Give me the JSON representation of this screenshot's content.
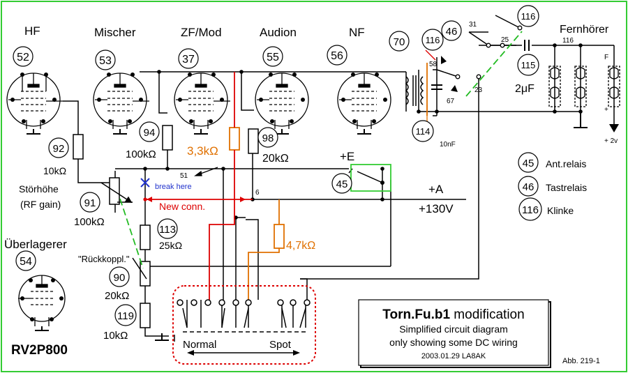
{
  "stage_labels": {
    "hf": "HF",
    "mischer": "Mischer",
    "zf": "ZF/Mod",
    "audion": "Audion",
    "nf": "NF",
    "fernhorer": "Fernhörer",
    "uberlagerer": "Überlagerer"
  },
  "tubes": {
    "t52": "52",
    "t53": "53",
    "t37": "37",
    "t55": "55",
    "t56": "56",
    "t54": "54"
  },
  "component_labels": {
    "c70": "70",
    "c116a": "116",
    "c116b": "116",
    "c46": "46",
    "c115": "115",
    "c114": "114",
    "c92": "92",
    "c94": "94",
    "c98": "98",
    "c91": "91",
    "c113": "113",
    "c90": "90",
    "c119": "119",
    "c45": "45"
  },
  "values": {
    "r92": "10kΩ",
    "r94": "100kΩ",
    "r3k3": "3,3kΩ",
    "r98": "20kΩ",
    "r91": "100kΩ",
    "r113": "25kΩ",
    "r4k7": "4,7kΩ",
    "r90": "20kΩ",
    "r119": "10kΩ",
    "cap2u": "2μF",
    "cap10n": "10nF"
  },
  "pins": {
    "p31": "31",
    "p25": "25",
    "p23": "23",
    "p58": "58",
    "p67": "67",
    "p6": "6",
    "p51": "51",
    "p116": "116",
    "pF": "F",
    "pplus": "+"
  },
  "labels": {
    "storhohe1": "Störhöhe",
    "storhohe2": "(RF gain)",
    "ruckkoppl": "\"Rückkoppl.\"",
    "break": "break here",
    "newconn": "New conn.",
    "plusE": "+E",
    "plusA": "+A",
    "v130": "+130V",
    "plus2v": "+ 2v",
    "normal": "Normal",
    "spot": "Spot",
    "model": "RV2P800",
    "figref": "Abb. 219-1"
  },
  "legend": {
    "r45": {
      "num": "45",
      "text": "Ant.relais"
    },
    "r46": {
      "num": "46",
      "text": "Tastrelais"
    },
    "r116": {
      "num": "116",
      "text": "Klinke"
    }
  },
  "titlebox": {
    "title_bold": "Torn.Fu.b1",
    "title_rest": " modification",
    "line1": "Simplified circuit diagram",
    "line2": "only showing some DC wiring",
    "date": "2003.01.29 LA8AK"
  },
  "colors": {
    "frame": "#33cc33",
    "red_wire": "#dd0000",
    "orange": "#e07000",
    "green_dash": "#22bb22",
    "blue_x": "#2233cc",
    "black": "#000000"
  }
}
